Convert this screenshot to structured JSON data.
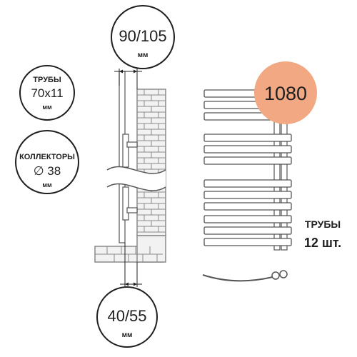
{
  "colors": {
    "ink": "#1f1f1f",
    "line": "#555555",
    "brick": "#8a8a8a",
    "wall_fill": "#f2f2f2",
    "height_badge": "#f2a882",
    "background": "#ffffff"
  },
  "top_dimension": {
    "value": "90/105",
    "unit": "мм"
  },
  "bottom_dimension": {
    "value": "40/55",
    "unit": "мм"
  },
  "pipes_badge": {
    "label": "ТРУБЫ",
    "value": "70x11",
    "unit": "мм"
  },
  "collectors_badge": {
    "label": "КОЛЛЕКТОРЫ",
    "value": "∅ 38",
    "unit": "мм"
  },
  "height_badge": {
    "value": "1080"
  },
  "pipes_count": {
    "label": "ТРУБЫ",
    "value": "12 шт."
  },
  "icons": {
    "wall": "brick-wall-icon",
    "wave_break": "wave-break-icon",
    "rails": "towel-rail-icon",
    "valves": "valve-icon"
  }
}
